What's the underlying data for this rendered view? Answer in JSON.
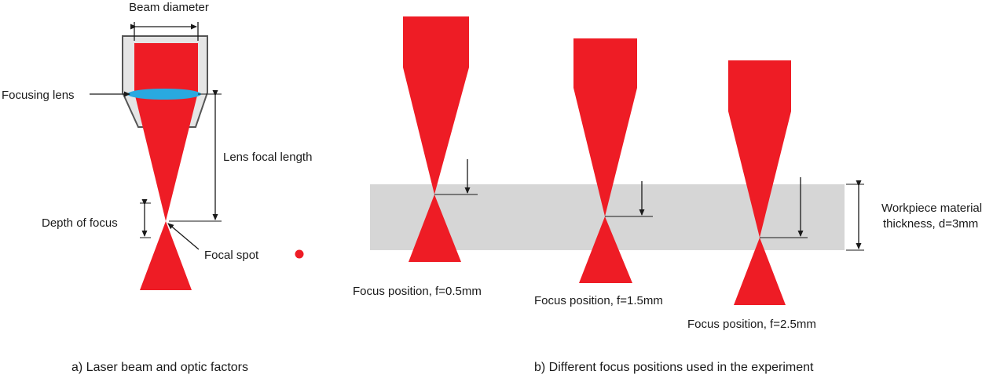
{
  "colors": {
    "beam": "#ee1c25",
    "lens": "#29a9e0",
    "housing_fill": "#e5e5e5",
    "housing_stroke": "#555555",
    "workpiece": "#d6d6d6",
    "line": "#1a1a1a"
  },
  "panel_a": {
    "beam_diameter_label": "Beam diameter",
    "focusing_lens_label": "Focusing lens",
    "lens_focal_length_label": "Lens focal length",
    "depth_of_focus_label": "Depth of focus",
    "focal_spot_label": "Focal spot",
    "caption": "a) Laser beam and optic factors"
  },
  "panel_b": {
    "workpiece_label_line1": "Workpiece material",
    "workpiece_label_line2": "thickness, d=3mm",
    "focus_labels": [
      "Focus position, f=0.5mm",
      "Focus position, f=1.5mm",
      "Focus position, f=2.5mm"
    ],
    "caption": "b) Different focus positions used in the experiment"
  }
}
